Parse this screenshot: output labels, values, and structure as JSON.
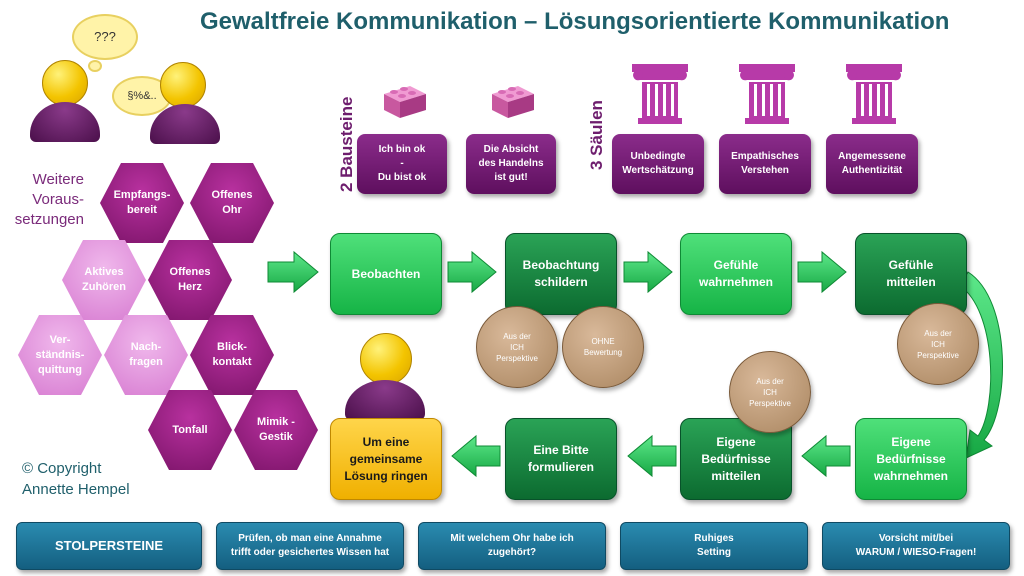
{
  "title": "Gewaltfreie Kommunikation – Lösungsorientierte Kommunikation",
  "bubbles": {
    "question": "???",
    "symbols": "§%&.."
  },
  "bausteine": {
    "label": "2 Bausteine",
    "items": [
      "Ich bin ok\n-\nDu bist ok",
      "Die Absicht\ndes Handelns\nist gut!"
    ]
  },
  "saeulen": {
    "label": "3 Säulen",
    "items": [
      "Unbedingte\nWertschätzung",
      "Empathisches\nVerstehen",
      "Angemessene\nAuthentizität"
    ]
  },
  "voraussetzungen": {
    "label": "Weitere\nVoraus-\nsetzungen",
    "items": [
      "Empfangs-\nbereit",
      "Offenes\nOhr",
      "Aktives\nZuhören",
      "Offenes\nHerz",
      "Ver-\nständnis-\nquittung",
      "Nach-\nfragen",
      "Blick-\nkontakt",
      "Tonfall",
      "Mimik -\nGestik"
    ]
  },
  "steps": {
    "beobachten": "Beobachten",
    "beobachtung_schildern": "Beobachtung\nschildern",
    "gefuehle_wahrnehmen": "Gefühle\nwahrnehmen",
    "gefuehle_mitteilen": "Gefühle\nmitteilen",
    "beduerfnisse_wahrnehmen": "Eigene\nBedürfnisse\nwahrnehmen",
    "beduerfnisse_mitteilen": "Eigene\nBedürfnisse\nmitteilen",
    "bitte": "Eine Bitte\nformulieren",
    "loesung": "Um eine\ngemeinsame\nLösung ringen"
  },
  "notes": {
    "ich1": "Aus der\nICH\nPerspektive",
    "ohne": "OHNE\nBewertung",
    "ich2": "Aus der\nICH\nPerspektive",
    "ich3": "Aus der\nICH\nPerspektive"
  },
  "copyright": "© Copyright\nAnnette Hempel",
  "stolpersteine": {
    "label": "STOLPERSTEINE",
    "items": [
      "Prüfen, ob man eine Annahme\ntrifft oder gesichertes Wissen hat",
      "Mit welchem Ohr habe ich\nzugehört?",
      "Ruhiges\nSetting",
      "Vorsicht mit/bei\nWARUM / WIESO-Fragen!"
    ]
  },
  "colors": {
    "green_light": "#16b446",
    "green_dark": "#0c6b30",
    "purple": "#7a1367",
    "teal": "#145f80",
    "yellow": "#f0b000"
  }
}
